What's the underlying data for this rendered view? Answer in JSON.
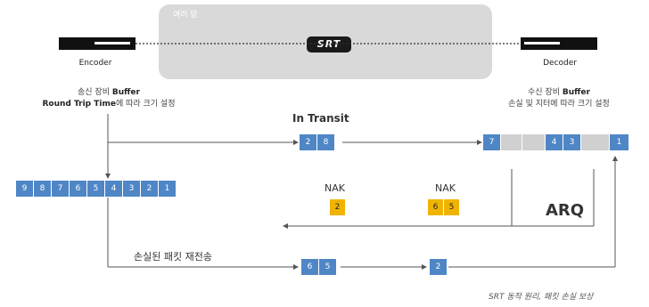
{
  "network": {
    "label": "여러 망"
  },
  "encoder": {
    "label": "Encoder"
  },
  "decoder": {
    "label": "Decoder"
  },
  "srt_logo": "SRT",
  "sender_caption": {
    "line1_pre": "송신 장비 ",
    "line1_bold": "Buffer",
    "line2_bold": "Round Trip Time",
    "line2_post": "에 따라 크기 설정"
  },
  "receiver_caption": {
    "line1_pre": "수신 장비 ",
    "line1_bold": "Buffer",
    "line2": "손실 및 지터에 따라 크기 설정"
  },
  "in_transit": {
    "title": "In Transit",
    "packets": [
      "2",
      "8"
    ]
  },
  "sender_buffer": {
    "packets": [
      "9",
      "8",
      "7",
      "6",
      "5",
      "4",
      "3",
      "2",
      "1"
    ]
  },
  "receiver_buffer": {
    "packets": [
      "7",
      "",
      "",
      "4",
      "3",
      "",
      "1"
    ]
  },
  "nak_left": {
    "label": "NAK",
    "packets": [
      "2"
    ]
  },
  "nak_right": {
    "label": "NAK",
    "packets": [
      "6",
      "5"
    ]
  },
  "arq_label": "ARQ",
  "retransmit": {
    "label": "손실된 패킷 재전송",
    "packets_a": [
      "6",
      "5"
    ],
    "packets_b": [
      "2"
    ]
  },
  "footer": "SRT 동작 원리, 패킷 손실 보상",
  "colors": {
    "packet": "#4f86c6",
    "nak": "#f0b400",
    "empty": "#d0d0d0",
    "network": "#d9d9d9"
  }
}
